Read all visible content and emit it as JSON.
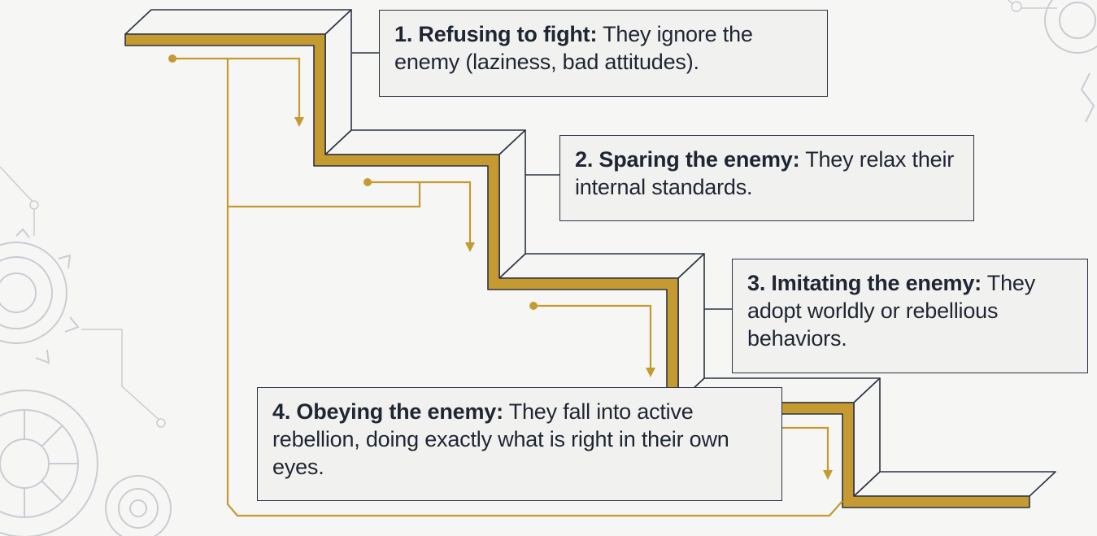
{
  "colors": {
    "background": "#f6f6f4",
    "gold": "#c59a31",
    "navy": "#2b3444",
    "box_fill": "#f1f1ef",
    "gear_lines": "#c9cdd3"
  },
  "steps": [
    {
      "lead": "1. Refusing to fight:",
      "text": " They ignore the enemy (laziness, bad attitudes)."
    },
    {
      "lead": "2. Sparing the enemy:",
      "text": " They relax their internal standards."
    },
    {
      "lead": "3. Imitating the enemy:",
      "text": " They adopt worldly or rebellious behaviors."
    },
    {
      "lead": "4. Obeying the enemy:",
      "text": " They fall into active rebellion, doing exactly what is right in their own eyes."
    }
  ],
  "icons": [
    "gear-icon",
    "arrow-down-icon",
    "dot-icon"
  ]
}
